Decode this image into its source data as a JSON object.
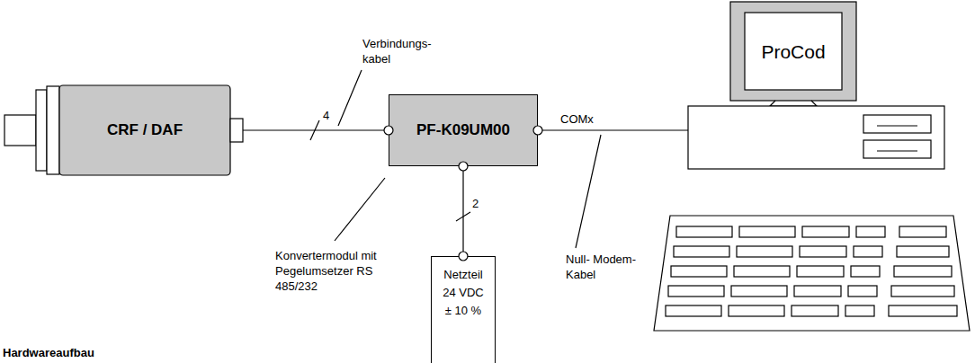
{
  "diagram": {
    "caption": "Hardwareaufbau",
    "nodes": [
      {
        "text": [
          "CRF / DAF"
        ]
      },
      {
        "text": [
          "PF-K09UM00"
        ]
      },
      {
        "text": [
          "Netzteil 24 VDC ± 10 %"
        ]
      },
      {
        "text": [
          "ProCod"
        ]
      }
    ],
    "edges": [
      {
        "from": 0,
        "to": 1,
        "arrow": "none",
        "label": "4"
      },
      {
        "from": 1,
        "to": 2,
        "arrow": "none",
        "label": "2"
      },
      {
        "from": 1,
        "to": 3,
        "arrow": "none",
        "label": "COMx"
      }
    ],
    "labels": [
      "Verbindungs- kabel",
      "Konvertermodul mit Pegelumsetzer RS 485/232",
      "Null- Modem-Kabel"
    ]
  }
}
